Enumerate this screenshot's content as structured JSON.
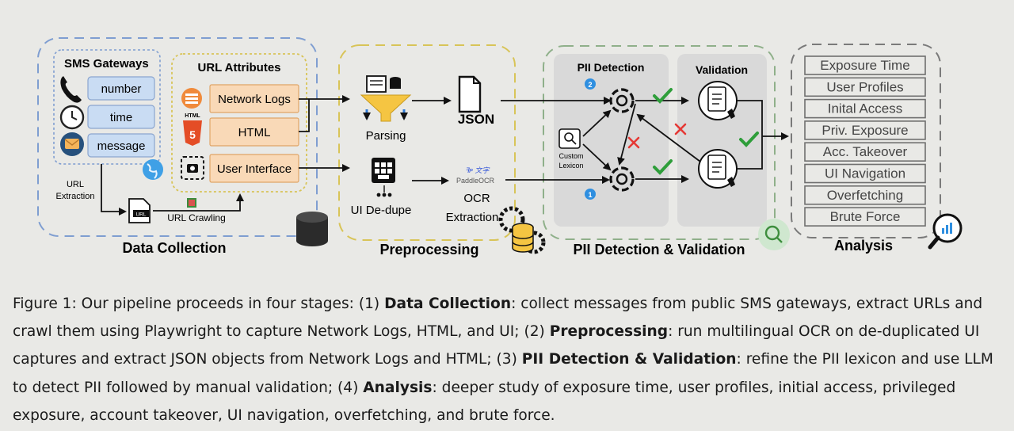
{
  "diagram": {
    "stages": {
      "data_collection": "Data Collection",
      "preprocessing": "Preprocessing",
      "pii": "PII Detection & Validation",
      "analysis": "Analysis"
    },
    "sms": {
      "title": "SMS Gateways",
      "items": [
        "number",
        "time",
        "message"
      ]
    },
    "url_attr": {
      "title": "URL Attributes",
      "items": [
        "Network Logs",
        "HTML",
        "User Interface"
      ]
    },
    "url_extraction": "URL\nExtraction",
    "url_extraction_l1": "URL",
    "url_extraction_l2": "Extraction",
    "url_crawling": "URL Crawling",
    "url_file_label": "URL",
    "html5_label": "HTML",
    "parsing": "Parsing",
    "json": "JSON",
    "ui_dedupe": "UI De-dupe",
    "paddle_logo": "PaddleOCR",
    "ocr_l1": "OCR",
    "ocr_l2": "Extraction",
    "pii_detection": "PII Detection",
    "validation": "Validation",
    "custom_lexicon_l1": "Custom",
    "custom_lexicon_l2": "Lexicon",
    "step1": "1",
    "step2": "2",
    "analysis_items": [
      "Exposure Time",
      "User Profiles",
      "Inital Access",
      "Priv. Exposure",
      "Acc. Takeover",
      "UI Navigation",
      "Overfetching",
      "Brute Force"
    ],
    "colors": {
      "blue_box": "#c9dcf3",
      "orange_box": "#f9d9b7",
      "grey_panel": "#d9d9d9",
      "check": "#2e9e3a",
      "cross": "#e53935",
      "blue_border": "#7f9ed1",
      "yellow_border": "#d8c458",
      "green_border": "#8fb08a"
    }
  },
  "caption": {
    "p1": "Figure 1: Our pipeline proceeds in four stages: (1) ",
    "b1": "Data Collection",
    "p2": ": collect messages from public SMS gateways, extract URLs and crawl them using Playwright to capture Network Logs, HTML, and UI; (2) ",
    "b2": "Preprocessing",
    "p3": ": run multilingual OCR on de-duplicated UI captures and extract JSON objects from Network Logs and HTML; (3) ",
    "b3": "PII Detection & Validation",
    "p4": ": refine the PII lexicon and use LLM to detect PII followed by manual validation; (4) ",
    "b4": "Analysis",
    "p5": ": deeper study of exposure time, user profiles, initial access, privileged exposure, account takeover, UI navigation, overfetching, and brute force."
  }
}
